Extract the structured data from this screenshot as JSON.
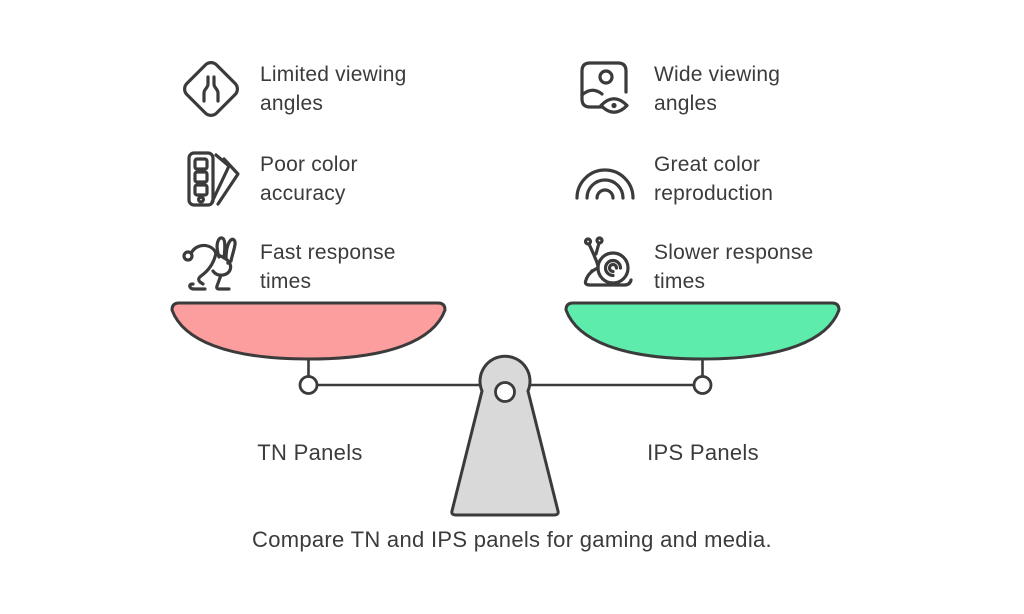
{
  "caption": "Compare TN and IPS panels for gaming and media.",
  "scale": {
    "left_pan": {
      "label": "TN Panels",
      "color": "#FC9E9E"
    },
    "right_pan": {
      "label": "IPS Panels",
      "color": "#5EECAC"
    },
    "beam_color": "#3B3B3B",
    "pedestal_color": "#D9D9D9"
  },
  "left_features": [
    {
      "icon": "narrowing-road-icon",
      "line1": "Limited viewing",
      "line2": "angles"
    },
    {
      "icon": "color-swatches-icon",
      "line1": "Poor color",
      "line2": "accuracy"
    },
    {
      "icon": "rabbit-icon",
      "line1": "Fast response",
      "line2": "times"
    }
  ],
  "right_features": [
    {
      "icon": "image-eye-icon",
      "line1": "Wide viewing",
      "line2": "angles"
    },
    {
      "icon": "rainbow-icon",
      "line1": "Great color",
      "line2": "reproduction"
    },
    {
      "icon": "snail-icon",
      "line1": "Slower response",
      "line2": "times"
    }
  ],
  "colors": {
    "outline": "#3B3B3B",
    "text": "#3B3B3B",
    "background": "#FFFFFF"
  }
}
